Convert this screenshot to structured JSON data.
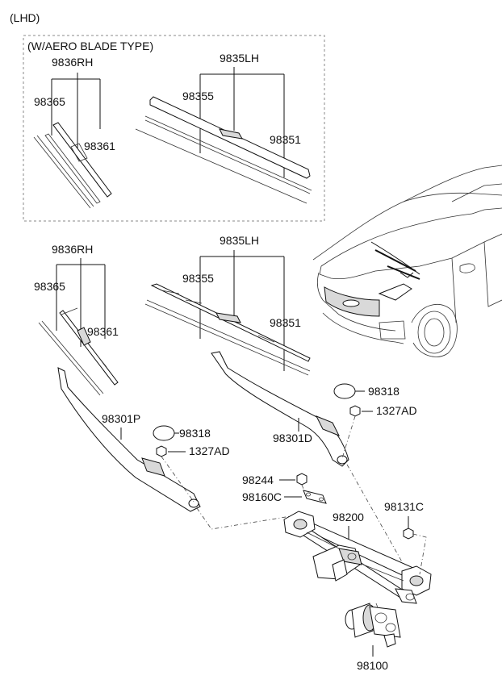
{
  "header": {
    "variant": "(LHD)"
  },
  "aero_box": {
    "title": "(W/AERO BLADE TYPE)"
  },
  "labels": {
    "aero_9836rh": "9836RH",
    "aero_98365": "98365",
    "aero_98361": "98361",
    "aero_9835lh": "9835LH",
    "aero_98355": "98355",
    "aero_98351": "98351",
    "std_9836rh": "9836RH",
    "std_98365": "98365",
    "std_98361": "98361",
    "std_9835lh": "9835LH",
    "std_98355": "98355",
    "std_98351": "98351",
    "cap_98318_right": "98318",
    "nut_1327ad_right": "1327AD",
    "arm_98301p": "98301P",
    "cap_98318_left": "98318",
    "nut_1327ad_left": "1327AD",
    "arm_98301d": "98301D",
    "nut_98244": "98244",
    "bracket_98160c": "98160C",
    "linkage_98200": "98200",
    "nut_98131c": "98131C",
    "motor_98100": "98100"
  }
}
